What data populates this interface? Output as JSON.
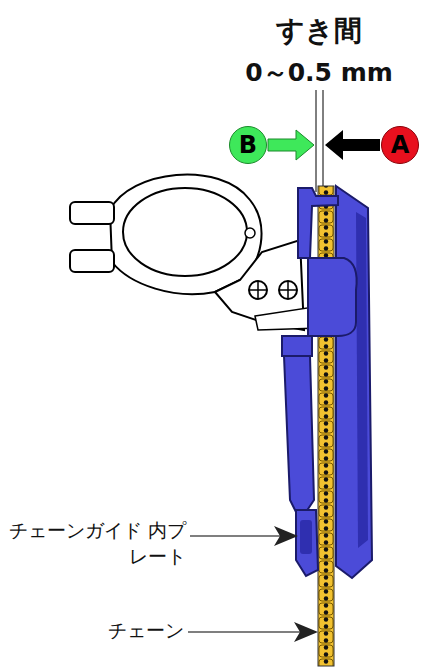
{
  "diagram": {
    "nodes": [
      {
        "text": [
          "B"
        ]
      },
      {
        "text": [
          "A"
        ]
      }
    ],
    "labels": [
      "すき間",
      "0～0.5 mm",
      "チェーンガイド 内プレート",
      "チェーン"
    ]
  }
}
